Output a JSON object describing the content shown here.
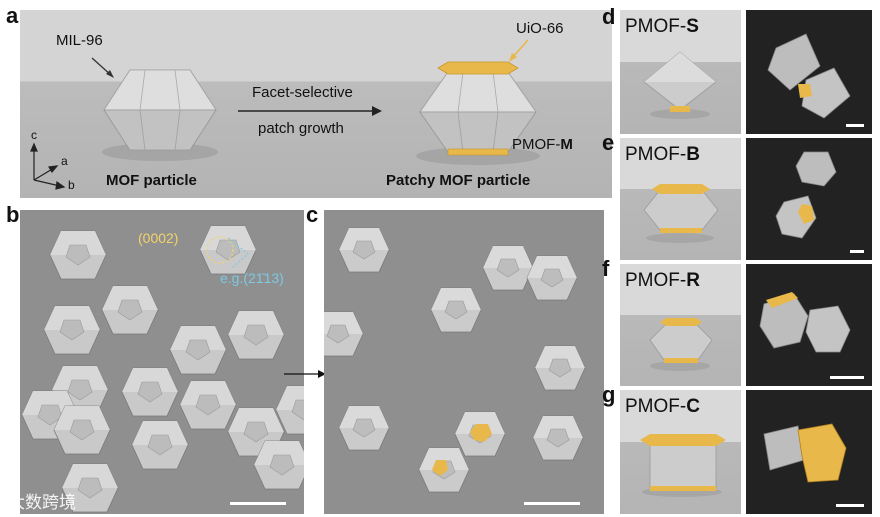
{
  "panel_a": {
    "letter": "a",
    "mil96_label": "MIL-96",
    "arrow_text_line1": "Facet-selective",
    "arrow_text_line2": "patch growth",
    "uio66_label": "UiO-66",
    "pmof_m_prefix": "PMOF-",
    "pmof_m_suffix": "M",
    "mof_particle_label": "MOF particle",
    "patchy_label": "Patchy MOF particle",
    "axis_c": "c",
    "axis_a": "a",
    "axis_b": "b"
  },
  "panel_b": {
    "letter": "b",
    "facet_0002": "(0002)",
    "facet_eg": "e.g.(21̄13)"
  },
  "panel_c": {
    "letter": "c"
  },
  "panel_d": {
    "letter": "d",
    "prefix": "PMOF-",
    "suffix": "S"
  },
  "panel_e": {
    "letter": "e",
    "prefix": "PMOF-",
    "suffix": "B"
  },
  "panel_f": {
    "letter": "f",
    "prefix": "PMOF-",
    "suffix": "R"
  },
  "panel_g": {
    "letter": "g",
    "prefix": "PMOF-",
    "suffix": "C"
  },
  "watermark": "大数跨境",
  "colors": {
    "patch": "#e8b84a",
    "facet_label_yellow": "#f2d36b",
    "facet_label_blue": "#7ec8e3",
    "sem_bg": "#8f8f8f"
  }
}
